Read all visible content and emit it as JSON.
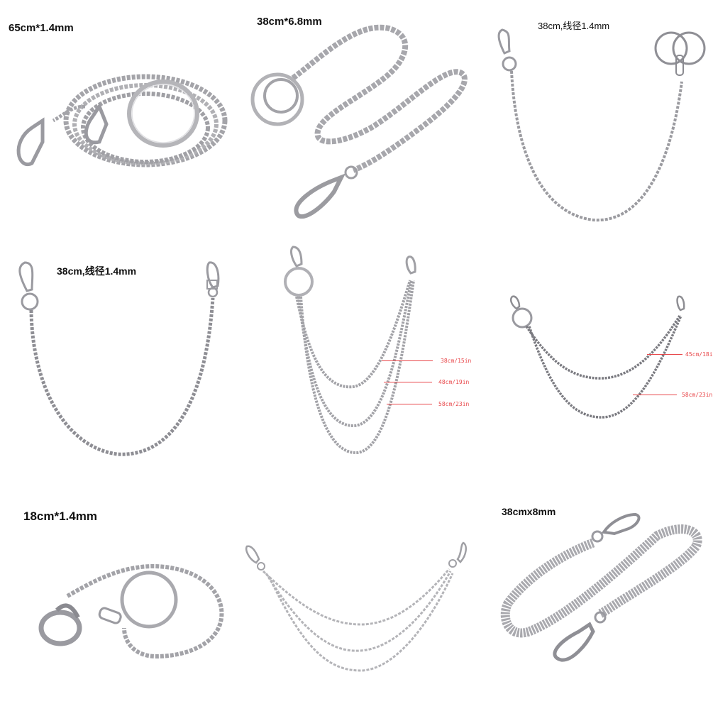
{
  "collage": {
    "background": "#ffffff",
    "layout": "3x3 grid",
    "tiles": [
      {
        "id": 1,
        "caption": "65cm*1.4mm",
        "subject": "coiled double chain with large O-ring and two lobster clasps"
      },
      {
        "id": 2,
        "caption": "38cm*6.8mm",
        "subject": "curb chain with double key ring and swivel snap hook"
      },
      {
        "id": 3,
        "caption": "38cm,线径1.4mm",
        "subject": "single hanging chain with snap hook and double key rings"
      },
      {
        "id": 4,
        "caption": "38cm,线径1.4mm",
        "subject": "single hanging chain with snap hook and swivel clasp"
      },
      {
        "id": 5,
        "caption": "",
        "subject": "triple-layer chain with O-ring",
        "measurements": [
          "38cm/15in",
          "48cm/19in",
          "58cm/23in"
        ]
      },
      {
        "id": 6,
        "caption": "",
        "subject": "double-layer chain with O-ring",
        "measurements": [
          "45cm/18i",
          "58cm/23in"
        ]
      },
      {
        "id": 7,
        "caption": "18cm*1.4mm",
        "subject": "short chain with lobster clasp and split key ring"
      },
      {
        "id": 8,
        "caption": "",
        "subject": "triple-layer chain with two clasps"
      },
      {
        "id": 9,
        "caption": "38cmx8mm",
        "subject": "heavy double curb chain with two swivel clasps"
      }
    ],
    "colors": {
      "caption": "#111111",
      "measurement": "#e8474a",
      "metal": "#a9a9ad",
      "metal_dark": "#6e6e73"
    }
  }
}
